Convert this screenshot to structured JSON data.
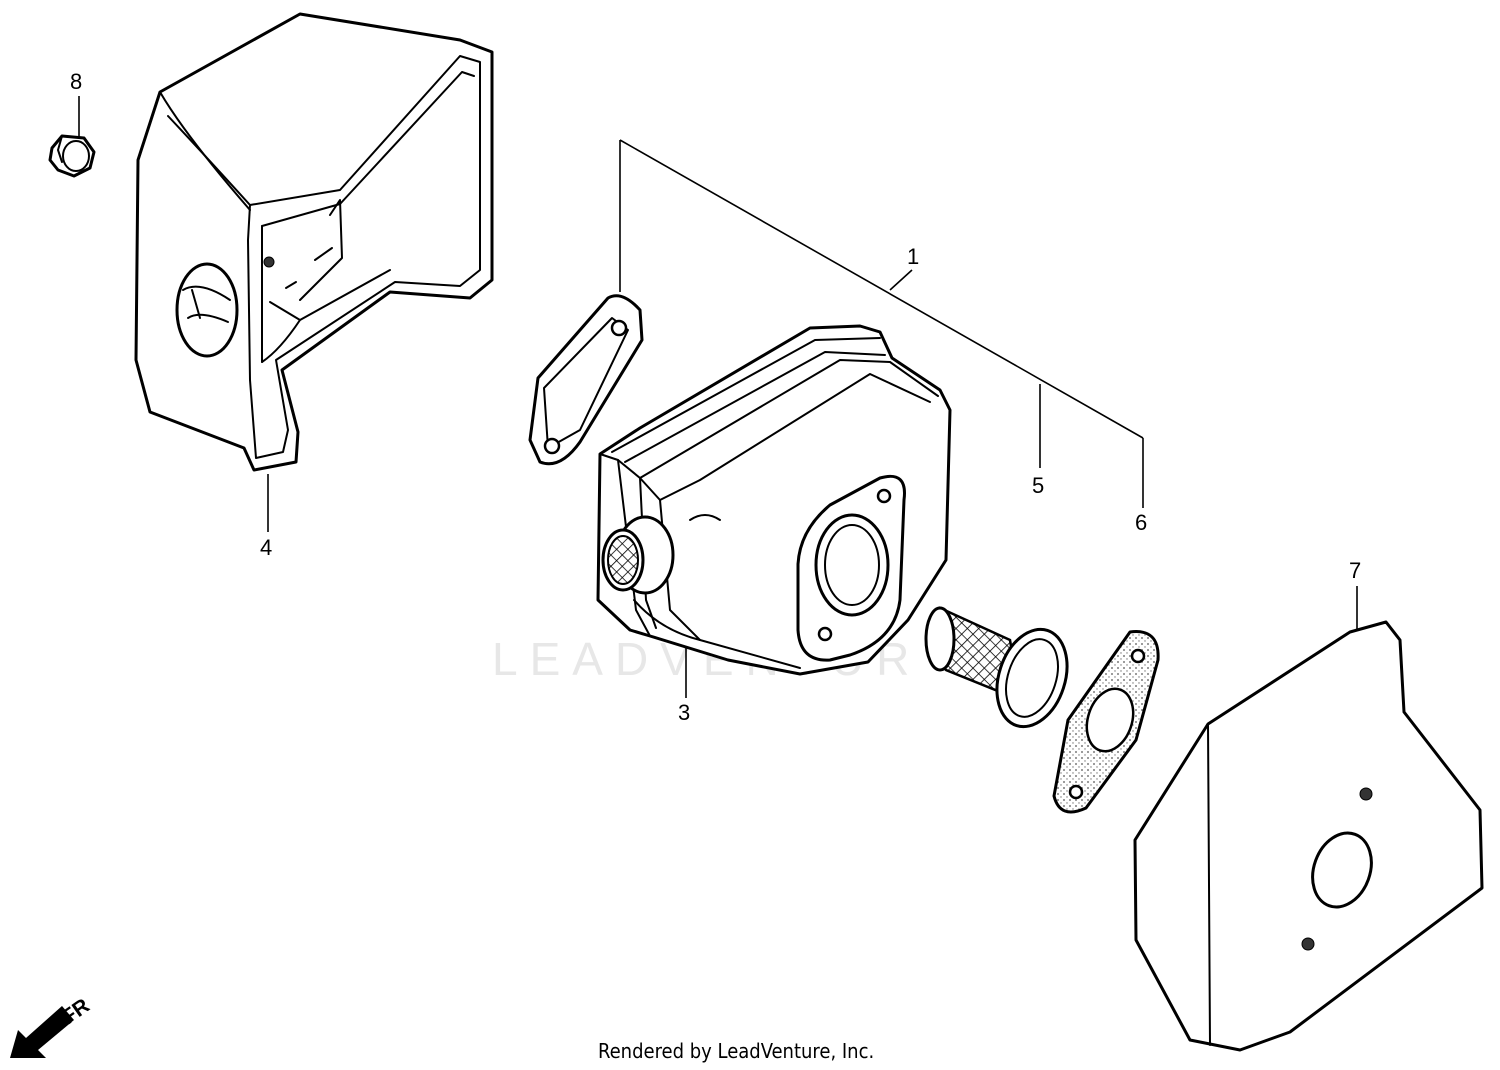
{
  "watermark": "LEADVENTUR",
  "credit": "Rendered by LeadVenture, Inc.",
  "direction_indicator": "FR",
  "callouts": [
    {
      "id": "c1",
      "label": "1"
    },
    {
      "id": "c3",
      "label": "3"
    },
    {
      "id": "c4",
      "label": "4"
    },
    {
      "id": "c5",
      "label": "5"
    },
    {
      "id": "c6",
      "label": "6"
    },
    {
      "id": "c7",
      "label": "7"
    },
    {
      "id": "c8",
      "label": "8"
    }
  ],
  "colors": {
    "line": "#000000",
    "background": "#ffffff",
    "watermark": "#e7e7e7"
  }
}
